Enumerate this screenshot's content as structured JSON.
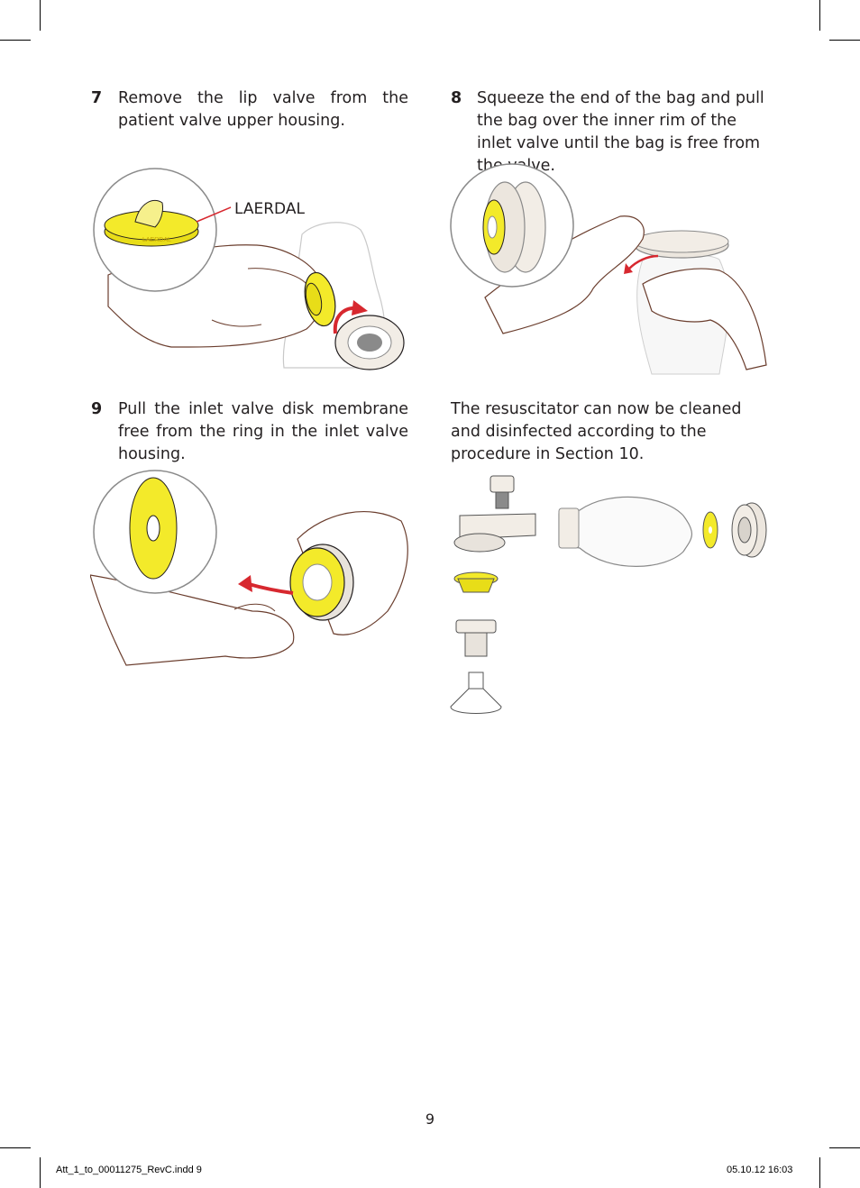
{
  "steps": [
    {
      "num": "7",
      "text": "Remove the lip valve from the patient valve upper housing."
    },
    {
      "num": "8",
      "text": "Squeeze the end of the bag and pull the bag over the inner rim of the inlet valve until the bag is free from the valve."
    },
    {
      "num": "9",
      "text": "Pull the inlet valve disk membrane free from the ring in the inlet valve housing."
    }
  ],
  "figure7": {
    "callout_label": "LAERDAL",
    "valve_text": "LAERDAL"
  },
  "conclusion": {
    "text": "The resuscitator can now be cleaned and disinfected according to the procedure in Section 10."
  },
  "page_number": "9",
  "slug": {
    "left": "Att_1_to_00011275_RevC.indd   9",
    "right": "05.10.12   16:03"
  },
  "colors": {
    "yellow": "#f3ea2a",
    "red": "#d7282f",
    "outline": "#6b3e2e",
    "grey": "#8a8a8a"
  }
}
